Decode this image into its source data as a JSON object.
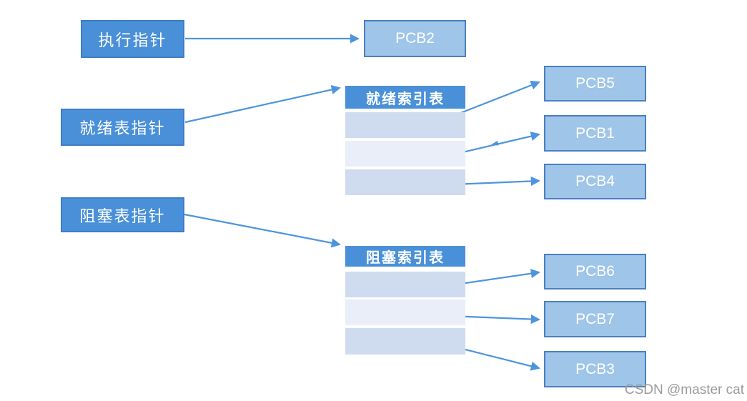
{
  "pointers": [
    {
      "label": "执行指针"
    },
    {
      "label": "就绪表指针"
    },
    {
      "label": "阻塞表指针"
    }
  ],
  "tables": [
    {
      "header": "就绪索引表",
      "rows": [
        "",
        "",
        ""
      ]
    },
    {
      "header": "阻塞索引表",
      "rows": [
        "",
        "",
        ""
      ]
    }
  ],
  "pcbs": {
    "running": [
      {
        "label": "PCB2"
      }
    ],
    "ready": [
      {
        "label": "PCB5"
      },
      {
        "label": "PCB1"
      },
      {
        "label": "PCB4"
      }
    ],
    "blocked": [
      {
        "label": "PCB6"
      },
      {
        "label": "PCB7"
      },
      {
        "label": "PCB3"
      }
    ]
  },
  "edges": [
    {
      "from": "执行指针",
      "to": "PCB2"
    },
    {
      "from": "就绪表指针",
      "to": "就绪索引表"
    },
    {
      "from": "就绪索引表.row1",
      "to": "PCB5"
    },
    {
      "from": "就绪索引表.row2",
      "to": "PCB1"
    },
    {
      "from": "就绪索引表.row3",
      "to": "PCB4"
    },
    {
      "from": "阻塞表指针",
      "to": "阻塞索引表"
    },
    {
      "from": "阻塞索引表.row1",
      "to": "PCB6"
    },
    {
      "from": "阻塞索引表.row2",
      "to": "PCB7"
    },
    {
      "from": "阻塞索引表.row3",
      "to": "PCB3"
    }
  ],
  "colors": {
    "pointer_box_fill": "#4a90d8",
    "pointer_box_border": "#3e7dc7",
    "pcb_fill": "#9fc5e8",
    "pcb_border": "#4a80c0",
    "table_header_fill": "#4a90d8",
    "row_dark": "#cfdbee",
    "row_light": "#e9eef8",
    "arrow": "#4e94dc",
    "watermark_text": "#9b9b9b"
  },
  "watermark": "CSDN @master cat"
}
